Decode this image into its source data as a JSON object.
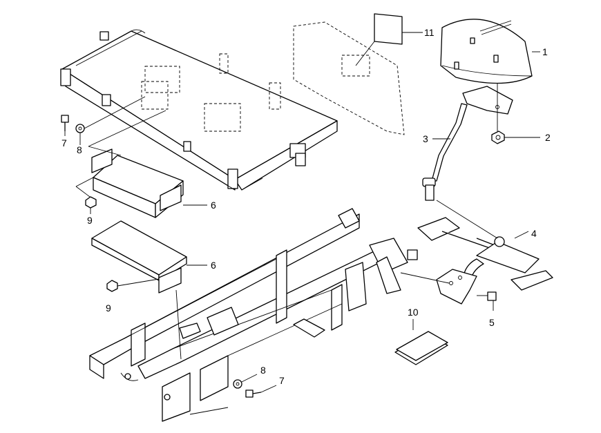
{
  "diagram": {
    "callouts": {
      "c1": "1",
      "c2": "2",
      "c3": "3",
      "c4": "4",
      "c5": "5",
      "c6a": "6",
      "c6b": "6",
      "c7a": "7",
      "c7b": "7",
      "c8a": "8",
      "c8b": "8",
      "c9a": "9",
      "c9b": "9",
      "c10": "10",
      "c11": "11"
    }
  }
}
